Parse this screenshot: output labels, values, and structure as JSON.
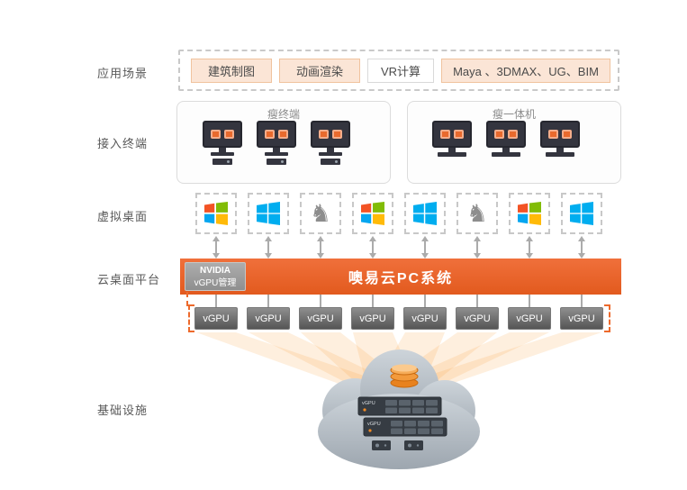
{
  "layer_labels": {
    "scenarios": "应用场景",
    "terminals": "接入终端",
    "virtual_desktops": "虚拟桌面",
    "platform": "云桌面平台",
    "infrastructure": "基础设施"
  },
  "scenarios": {
    "items": [
      {
        "label": "建筑制图"
      },
      {
        "label": "动画渲染"
      },
      {
        "label": "VR计算"
      },
      {
        "label": "Maya 、3DMAX、UG、BIM"
      }
    ]
  },
  "terminals": {
    "thin_terminal_title": "瘦终端",
    "thin_aio_title": "瘦一体机"
  },
  "virtual_desktops": {
    "count": 8,
    "os_icons": [
      "windows-classic-logo",
      "windows-flat-logo",
      "os-mascot-logo",
      "windows-classic-logo",
      "windows-flat-logo",
      "os-mascot-logo",
      "windows-classic-logo",
      "windows-flat-logo"
    ]
  },
  "platform": {
    "bar_label": "噢易云PC系统",
    "nvidia_box": {
      "line1": "NVIDIA",
      "line2": "vGPU管理"
    },
    "vgpu_label": "vGPU",
    "vgpu_count": 8
  },
  "infrastructure": {
    "icons": [
      "cloud",
      "database-stack",
      "server-rack",
      "server-rack",
      "mini-device",
      "mini-device"
    ],
    "server_label": "vGPU"
  },
  "colors": {
    "accent_orange": "#E8632A",
    "beam_orange": "#F79420",
    "chip_bg": "#FBE5D6",
    "chip_border": "#F0C39E",
    "arrow_gray": "#ABABAB",
    "device_dark": "#34353F",
    "cloud_gray": "#A9B2BB",
    "nvidia_gray": "#9B9B9B"
  }
}
